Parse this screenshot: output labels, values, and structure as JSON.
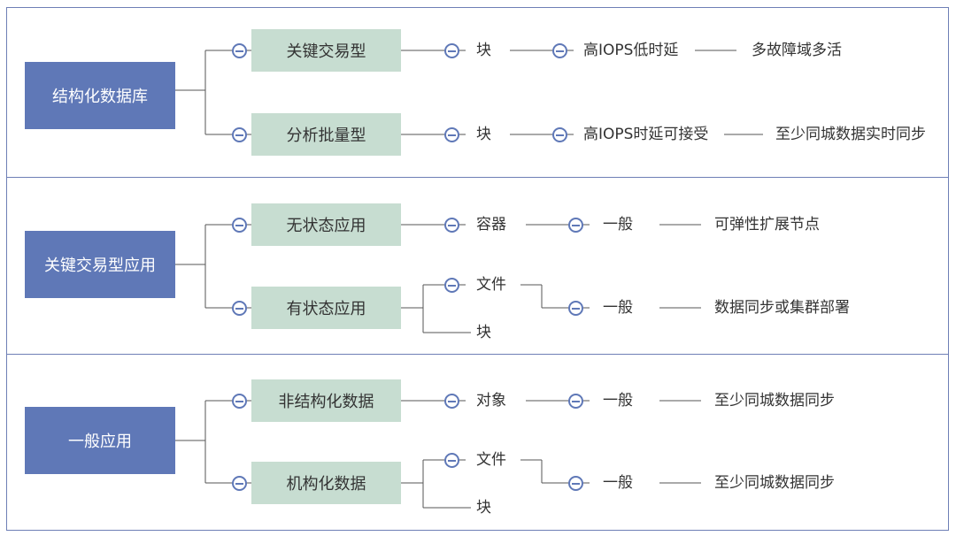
{
  "sections": [
    {
      "root": "结构化数据库",
      "branches": [
        {
          "category": "关键交易型",
          "storage": "块",
          "requirement": "高IOPS低时延",
          "solution": "多故障域多活"
        },
        {
          "category": "分析批量型",
          "storage": "块",
          "requirement": "高IOPS时延可接受",
          "solution": "至少同城数据实时同步"
        }
      ]
    },
    {
      "root": "关键交易型应用",
      "branches": [
        {
          "category": "无状态应用",
          "storage": "容器",
          "requirement": "一般",
          "solution": "可弹性扩展节点"
        },
        {
          "category": "有状态应用",
          "storage_a": "文件",
          "storage_b": "块",
          "requirement": "一般",
          "solution": "数据同步或集群部署"
        }
      ]
    },
    {
      "root": "一般应用",
      "branches": [
        {
          "category": "非结构化数据",
          "storage": "对象",
          "requirement": "一般",
          "solution": "至少同城数据同步"
        },
        {
          "category": "机构化数据",
          "storage_a": "文件",
          "storage_b": "块",
          "requirement": "一般",
          "solution": "至少同城数据同步"
        }
      ]
    }
  ],
  "icons": {
    "node_toggle": "minus-circle-icon"
  },
  "colors": {
    "root_fill": "#5f78b7",
    "category_fill": "#c7ddd1",
    "frame": "#6e7fb6",
    "connector": "#555555"
  }
}
